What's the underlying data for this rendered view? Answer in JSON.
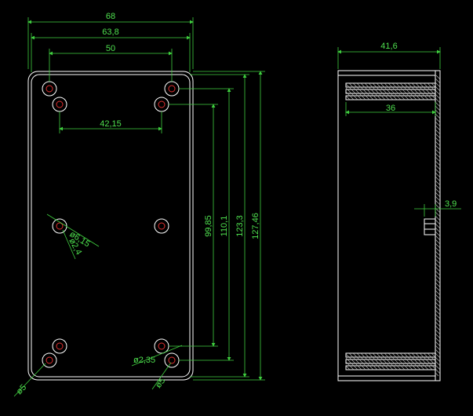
{
  "colors": {
    "background": "#000000",
    "outline": "#ffffff",
    "dimension": "#4ee04e",
    "hole_center": "#e03030"
  },
  "front_view": {
    "dims": {
      "width_overall": "68",
      "width_mid": "63,8",
      "width_holes": "50",
      "inner_holes_span": "42,15",
      "height_holes": "99,85",
      "height_mid": "110,1",
      "height_inner": "123,3",
      "height_overall": "127,46",
      "hole_dia_large": "ø6,15",
      "hole_dia_small": "ø2,4",
      "hole_dia_bottom": "ø2,35",
      "corner_left": "ø5",
      "corner_right": "ø5"
    }
  },
  "side_view": {
    "dims": {
      "depth_overall": "41,6",
      "depth_inner": "36",
      "tab": "3,9"
    }
  }
}
